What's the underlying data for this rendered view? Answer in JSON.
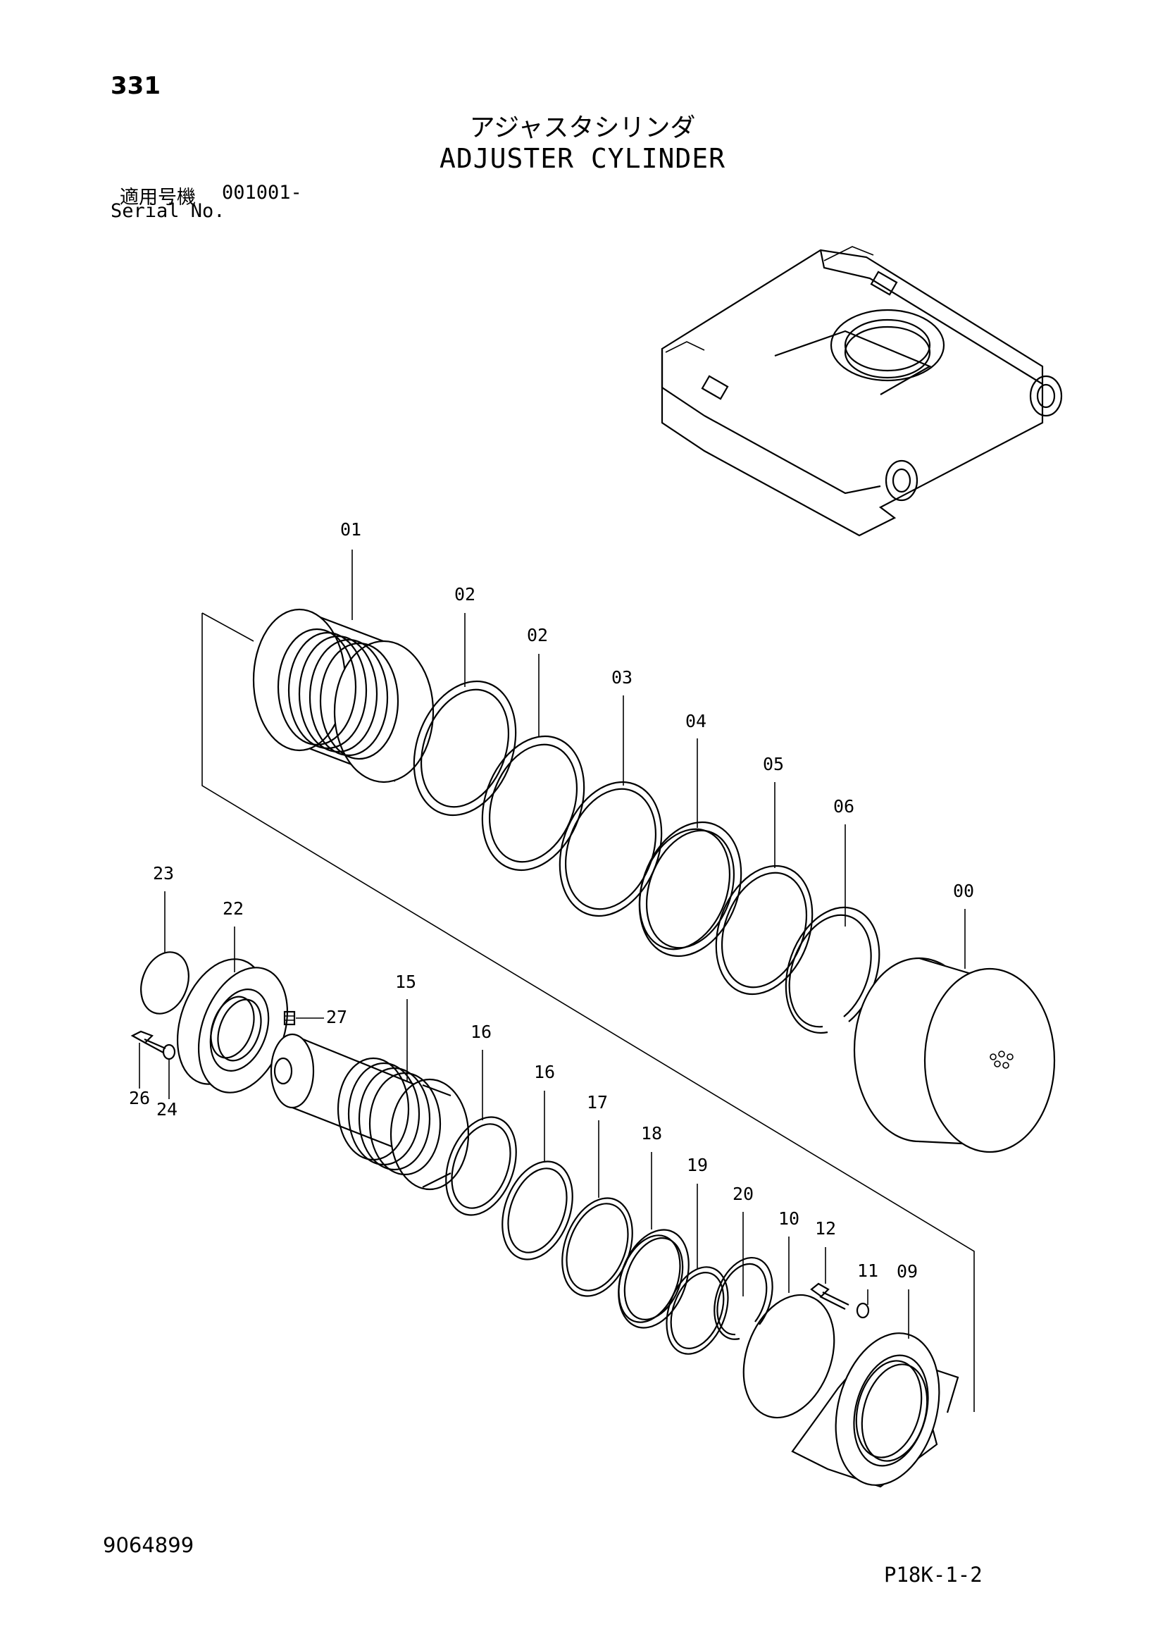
{
  "header": {
    "page_number": "331",
    "title_jp": "アジャスタシリンダ",
    "title_en": "ADJUSTER CYLINDER",
    "serial_label_jp": "適用号機",
    "serial_value": "001001-",
    "serial_label_en": "Serial No."
  },
  "callouts": {
    "c01": "01",
    "c02a": "02",
    "c02b": "02",
    "c03": "03",
    "c04": "04",
    "c05": "05",
    "c06": "06",
    "c00": "00",
    "c23": "23",
    "c22": "22",
    "c27": "27",
    "c26": "26",
    "c24": "24",
    "c15": "15",
    "c16a": "16",
    "c16b": "16",
    "c17": "17",
    "c18": "18",
    "c19": "19",
    "c20": "20",
    "c10": "10",
    "c12": "12",
    "c11": "11",
    "c09": "09"
  },
  "footer": {
    "document_number": "9064899",
    "page_code": "P18K-1-2"
  }
}
